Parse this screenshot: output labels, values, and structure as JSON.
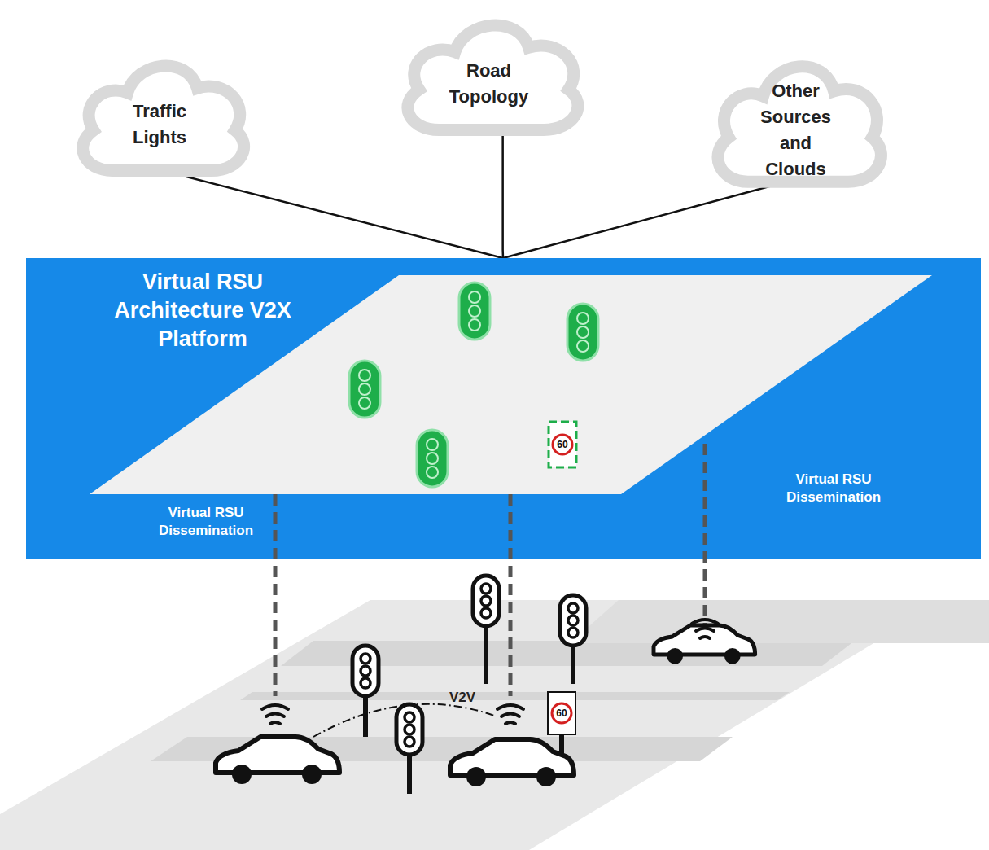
{
  "diagram": {
    "nodes": [
      {
        "text": [
          "Traffic Lights"
        ]
      },
      {
        "text": [
          "Road Topology"
        ]
      },
      {
        "text": [
          "Other Sources and Clouds"
        ]
      },
      {
        "text": [
          "Virtual RSU Architecture V2X Platform"
        ]
      }
    ],
    "edges": [
      {
        "from": 0,
        "to": 3,
        "arrow": "none"
      },
      {
        "from": 1,
        "to": 3,
        "arrow": "none"
      },
      {
        "from": 2,
        "to": 3,
        "arrow": "none"
      }
    ],
    "labels": [
      "Virtual RSU Dissemination",
      "Virtual RSU Dissemination",
      "V2V",
      "60",
      "60"
    ]
  }
}
